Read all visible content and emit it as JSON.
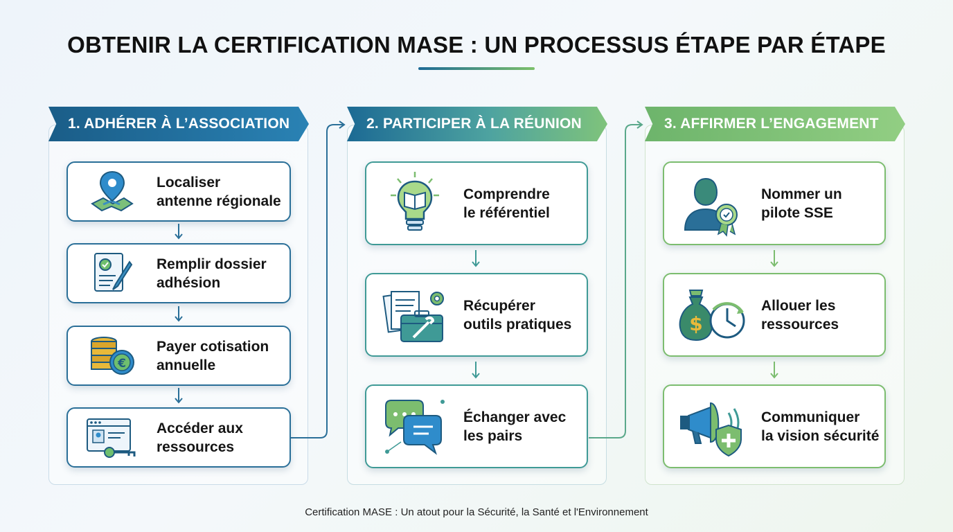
{
  "title": "OBTENIR LA CERTIFICATION MASE : UN PROCESSUS ÉTAPE PAR ÉTAPE",
  "footer": "Certification MASE : Un atout pour la Sécurité, la Santé et l'Environnement",
  "colors": {
    "blue": "#1a5d88",
    "teal": "#3f9a96",
    "green": "#7cbd6f"
  },
  "steps": [
    {
      "heading": "1. ADHÉRER À L’ASSOCIATION",
      "items": [
        {
          "label": "Localiser\nantenne régionale",
          "icon": "map-pin-icon"
        },
        {
          "label": "Remplir dossier\nadhésion",
          "icon": "form-pen-icon"
        },
        {
          "label": "Payer cotisation\nannuelle",
          "icon": "coins-euro-icon"
        },
        {
          "label": "Accéder aux\nressources",
          "icon": "browser-key-icon"
        }
      ]
    },
    {
      "heading": "2. PARTICIPER À LA RÉUNION",
      "items": [
        {
          "label": "Comprendre\nle référentiel",
          "icon": "lightbulb-book-icon"
        },
        {
          "label": "Récupérer\noutils pratiques",
          "icon": "documents-toolbox-icon"
        },
        {
          "label": "Échanger avec\nles pairs",
          "icon": "chat-bubbles-icon"
        }
      ]
    },
    {
      "heading": "3. AFFIRMER L’ENGAGEMENT",
      "items": [
        {
          "label": "Nommer un\npilote SSE",
          "icon": "person-badge-icon"
        },
        {
          "label": "Allouer les\nressources",
          "icon": "money-clock-icon"
        },
        {
          "label": "Communiquer\nla vision sécurité",
          "icon": "megaphone-shield-icon"
        }
      ]
    }
  ]
}
